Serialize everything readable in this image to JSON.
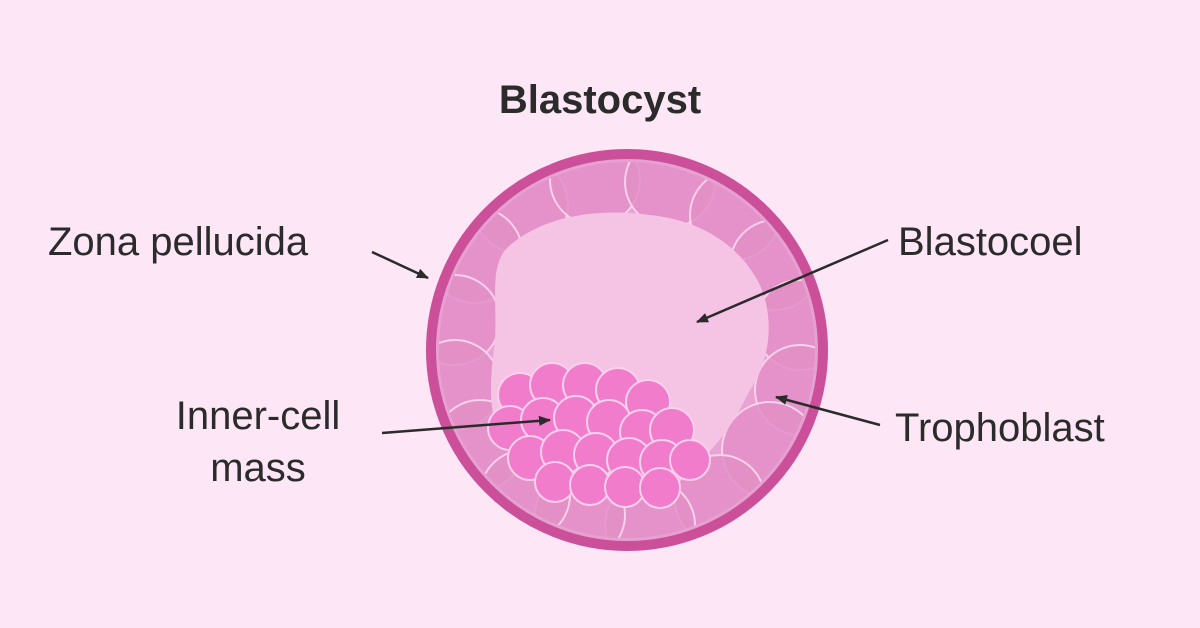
{
  "title": "Blastocyst",
  "labels": {
    "zona_pellucida": "Zona pellucida",
    "blastocoel": "Blastocoel",
    "inner_cell_mass_line1": "Inner-cell",
    "inner_cell_mass_line2": "mass",
    "trophoblast": "Trophoblast"
  },
  "colors": {
    "background": "#fde6f6",
    "zona_ring": "#cc4f9a",
    "trophoblast_cells": "#e28cc6",
    "blastocoel": "#f5c3e4",
    "inner_cell_mass": "#f07ccb",
    "text": "#2b2b2b"
  }
}
